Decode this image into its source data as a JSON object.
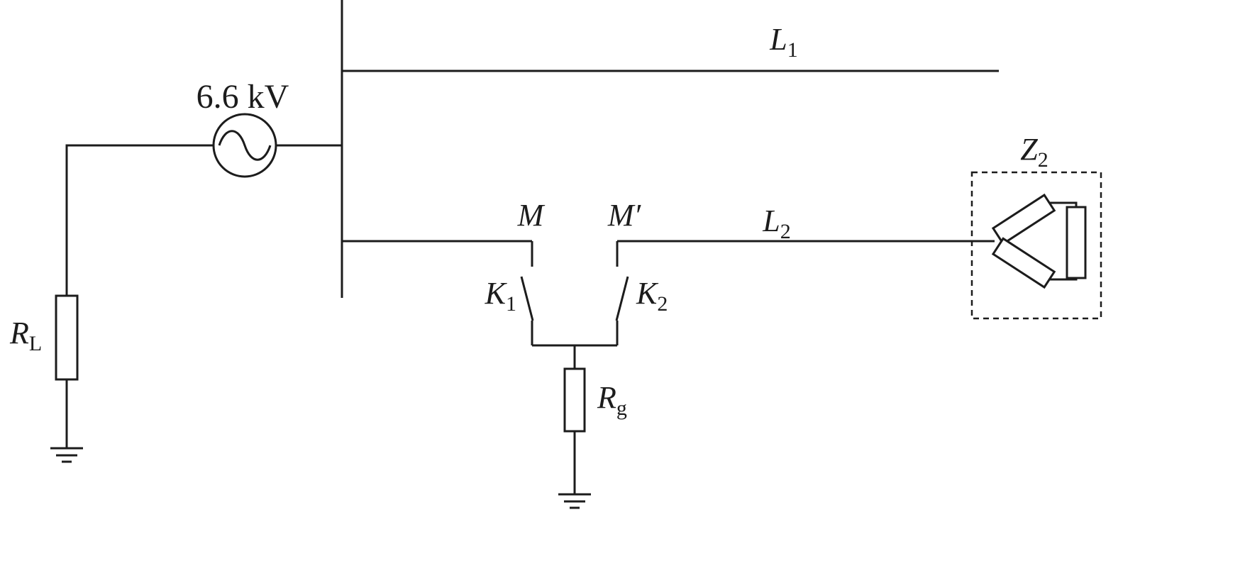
{
  "diagram": {
    "labels": {
      "source_voltage": "6.6 kV",
      "line1": {
        "base": "L",
        "sub": "1"
      },
      "line2": {
        "base": "L",
        "sub": "2"
      },
      "point_m": "M",
      "point_m_prime": "M′",
      "switch1": {
        "base": "K",
        "sub": "1"
      },
      "switch2": {
        "base": "K",
        "sub": "2"
      },
      "resistor_left": {
        "base": "R",
        "sub": "L"
      },
      "resistor_ground": {
        "base": "R",
        "sub": "g"
      },
      "load_impedance": {
        "base": "Z",
        "sub": "2"
      }
    },
    "colors": {
      "stroke": "#1c1c1c",
      "background": "#ffffff"
    }
  }
}
